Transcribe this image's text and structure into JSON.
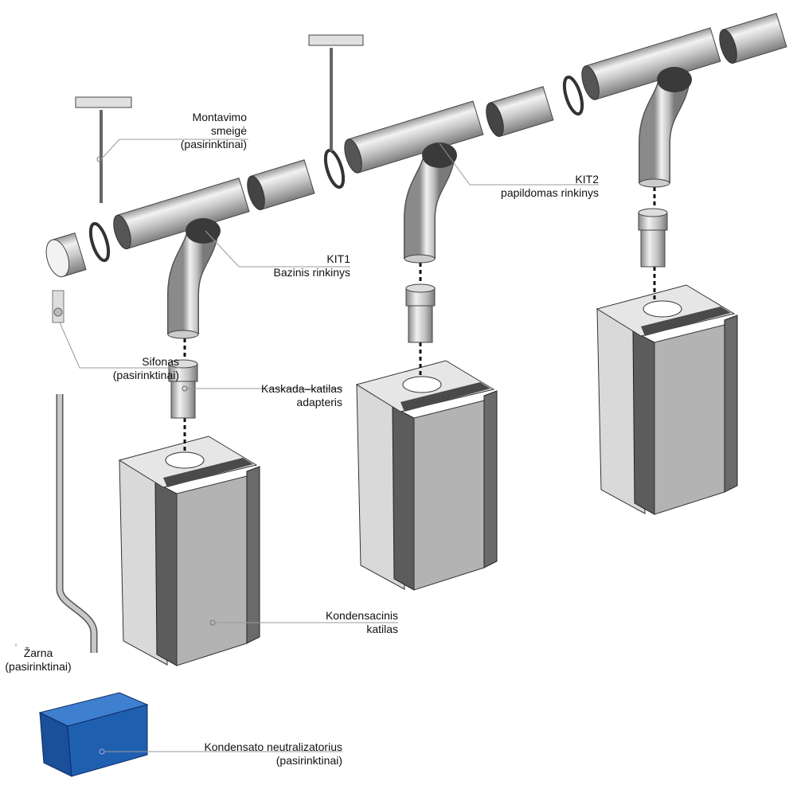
{
  "labels": {
    "mounting_rod": {
      "line1": "Montavimo",
      "line2": "smeigė",
      "line3": "(pasirinktinai)"
    },
    "kit2": {
      "line1": "KIT2",
      "line2": "papildomas rinkinys"
    },
    "kit1": {
      "line1": "KIT1",
      "line2": "Bazinis rinkinys"
    },
    "siphon": {
      "line1": "Sifonas",
      "line2": "(pasirinktinai)"
    },
    "adapter": {
      "line1": "Kaskada–katilas",
      "line2": "adapteris"
    },
    "boiler": {
      "line1": "Kondensacinis",
      "line2": "katilas"
    },
    "hose": {
      "line1": "Žarna",
      "line2": "(pasirinktinai)"
    },
    "neutralizer": {
      "line1": "Kondensato neutralizatorius",
      "line2": "(pasirinktinai)"
    }
  },
  "colors": {
    "neutralizer_blue": "#1f5fb0",
    "boiler_front": "#b3b3b3",
    "boiler_side": "#d9d9d9",
    "boiler_strip": "#5c5c5c",
    "pipe_light": "#e6e6e6",
    "pipe_dark": "#8a8a8a"
  }
}
